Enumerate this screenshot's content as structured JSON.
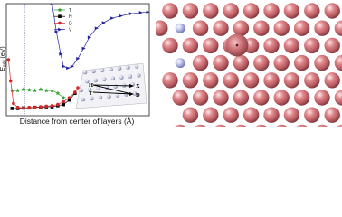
{
  "chart_data": {
    "type": "line",
    "title": "",
    "xlabel": "Distance from center of layers (Å)",
    "ylabel": "E_ads (eV)",
    "ylabel_main": "E",
    "ylabel_sub": "ads",
    "ylabel_unit": "(eV)",
    "xlim": [
      0,
      10
    ],
    "ylim": [
      -1.0,
      1.0
    ],
    "grid": false,
    "legend_position": "upper-left, inside plot",
    "reference_lines_x": [
      1.3,
      3.2
    ],
    "series": [
      {
        "name": "T",
        "color": "#2ca02c",
        "marker": "star",
        "x": [
          0.4,
          0.8,
          1.2,
          1.6,
          2.0,
          2.4,
          2.8,
          3.2,
          3.6,
          4.0
        ],
        "y": [
          -0.55,
          -0.55,
          -0.53,
          -0.54,
          -0.55,
          -0.53,
          -0.55,
          -0.55,
          -0.6,
          -0.68
        ]
      },
      {
        "name": "H",
        "color": "#000000",
        "marker": "square",
        "x": [
          0.4,
          0.8,
          1.2,
          1.6,
          2.0,
          2.4,
          2.8,
          3.2,
          3.6,
          4.0,
          4.4,
          4.8
        ],
        "y": [
          -0.87,
          -0.87,
          -0.86,
          -0.86,
          -0.85,
          -0.85,
          -0.84,
          -0.84,
          -0.82,
          -0.8,
          -0.72,
          -0.6
        ]
      },
      {
        "name": "D",
        "color": "#d62728",
        "marker": "circle",
        "x": [
          0.15,
          0.3,
          0.5,
          0.8,
          1.2,
          1.6,
          2.0,
          2.4,
          2.8,
          3.2,
          3.6,
          4.0,
          4.4,
          4.8,
          5.0
        ],
        "y": [
          0.0,
          -0.38,
          -0.78,
          -0.85,
          -0.86,
          -0.85,
          -0.85,
          -0.84,
          -0.83,
          -0.82,
          -0.8,
          -0.75,
          -0.68,
          -0.58,
          -0.5
        ]
      },
      {
        "name": "V",
        "color": "#1f1f9f",
        "marker": "triangle-right",
        "x": [
          3.2,
          3.5,
          3.8,
          4.0,
          4.3,
          4.6,
          5.0,
          5.4,
          5.8,
          6.3,
          6.8,
          7.4,
          8.0,
          8.7,
          9.4,
          9.9
        ],
        "y": [
          1.0,
          0.5,
          0.1,
          -0.12,
          -0.15,
          -0.12,
          0.02,
          0.2,
          0.4,
          0.56,
          0.66,
          0.74,
          0.78,
          0.82,
          0.84,
          0.85
        ]
      }
    ],
    "inset_labels": [
      "H",
      "X",
      "T",
      "D"
    ]
  }
}
